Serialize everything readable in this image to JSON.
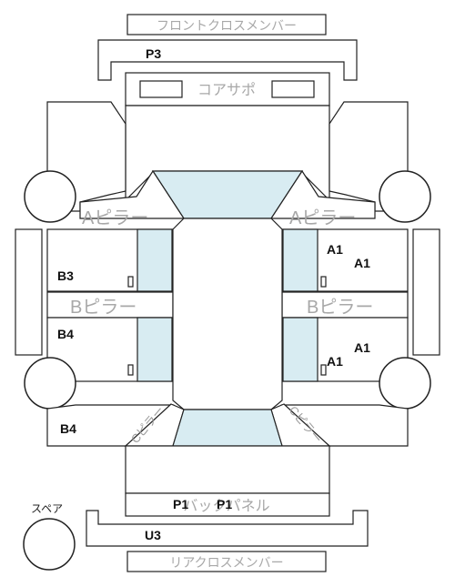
{
  "parts": {
    "front_cross_member": "フロントクロスメンバー",
    "radiator_support": "コアサポ",
    "a_pillar_left": "Aピラー",
    "a_pillar_right": "Aピラー",
    "b_pillar_left": "Bピラー",
    "b_pillar_right": "Bピラー",
    "c_pillar_left": "Cピラー",
    "c_pillar_right": "Cピラー",
    "back_panel": "バックパネル",
    "rear_cross_member": "リアクロスメンバー",
    "spare_tire": "スペア"
  },
  "codes": {
    "front_cross_member_top": "P3",
    "right_front_door": "A1",
    "right_front_door_2": "A1",
    "right_rear_door": "A1",
    "right_rear_door_2": "A1",
    "left_front_door": "B3",
    "left_rear_door": "B4",
    "left_rear_quarter": "B4",
    "back_panel_1": "P1",
    "back_panel_2": "P1",
    "rear_cross_member": "U3"
  }
}
